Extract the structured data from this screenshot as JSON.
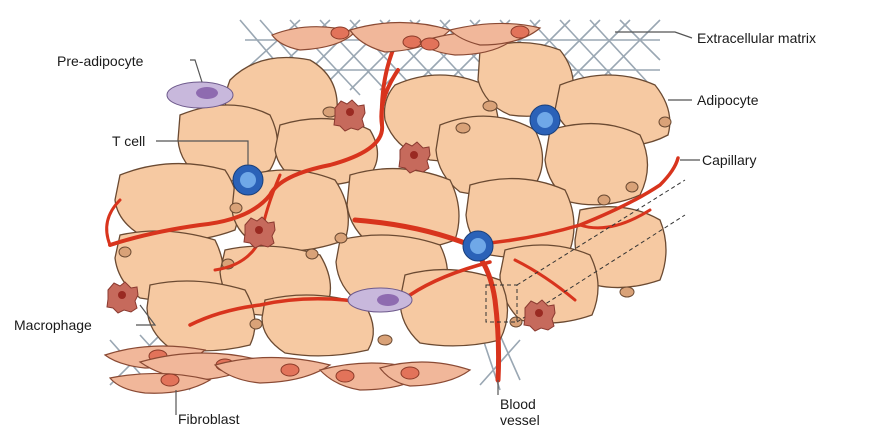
{
  "labels": {
    "extracellular_matrix": "Extracellular matrix",
    "pre_adipocyte": "Pre-adipocyte",
    "adipocyte": "Adipocyte",
    "t_cell": "T cell",
    "capillary": "Capillary",
    "macrophage": "Macrophage",
    "fibroblast": "Fibroblast",
    "blood_vessel_line1": "Blood",
    "blood_vessel_line2": "vessel"
  },
  "colors": {
    "adipocyte_fill": "#f6c9a2",
    "vessel": "#d8341d",
    "t_cell": "#2b62b8",
    "macrophage": "#c66a5c",
    "pre_adipocyte": "#c8b8dc",
    "fibroblast": "#f1b79a",
    "matrix": "#9aa7b3"
  }
}
